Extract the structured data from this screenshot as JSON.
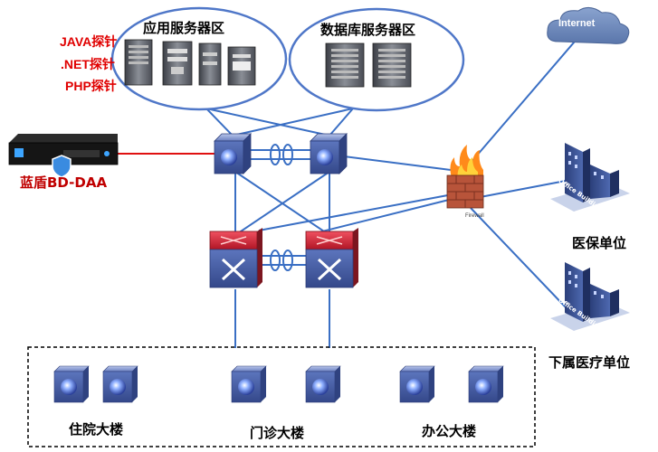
{
  "zones": {
    "app_servers": "应用服务器区",
    "db_servers": "数据库服务器区"
  },
  "probes": [
    ".NET探针",
    "PHP探针"
  ],
  "probe_java": "JAVA探针",
  "appliance": {
    "label": "蓝盾BD-DAA"
  },
  "internet": {
    "label": "Internet"
  },
  "firewall": {
    "label": "Firewall"
  },
  "remote_sites": [
    {
      "label": "医保单位",
      "building_text": "Office Building"
    },
    {
      "label": "下属医疗单位",
      "building_text": "Office Building"
    }
  ],
  "buildings": [
    {
      "label": "住院大楼"
    },
    {
      "label": "门诊大楼"
    },
    {
      "label": "办公大楼"
    }
  ],
  "colors": {
    "link_blue": "#3a6fc4",
    "link_red": "#e01010",
    "switch_blue": "#4a63a8",
    "router_red": "#d02030",
    "cloud": "#6b86b8"
  }
}
